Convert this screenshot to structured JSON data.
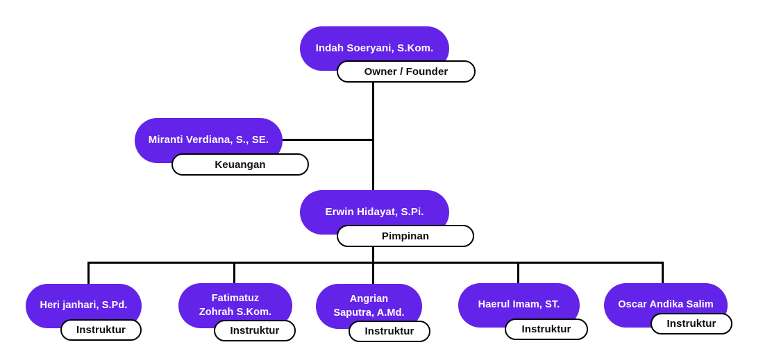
{
  "chart": {
    "type": "org-chart",
    "accent_color": "#6323E8",
    "line_color": "#000000",
    "nodes": [
      {
        "id": "owner",
        "name": "Indah Soeryani, S.Kom.",
        "role": "Owner / Founder"
      },
      {
        "id": "keuangan",
        "name": "Miranti Verdiana, S., SE.",
        "role": "Keuangan"
      },
      {
        "id": "pimpinan",
        "name": "Erwin Hidayat, S.Pi.",
        "role": "Pimpinan"
      },
      {
        "id": "instruktur-1",
        "name": "Heri janhari, S.Pd.",
        "role": "Instruktur"
      },
      {
        "id": "instruktur-2",
        "name": "Fatimatuz\nZohrah S.Kom.",
        "role": "Instruktur"
      },
      {
        "id": "instruktur-3",
        "name": "Angrian\nSaputra, A.Md.",
        "role": "Instruktur"
      },
      {
        "id": "instruktur-4",
        "name": "Haerul Imam, ST.",
        "role": "Instruktur"
      },
      {
        "id": "instruktur-5",
        "name": "Oscar Andika Salim",
        "role": "Instruktur"
      }
    ],
    "edges": [
      {
        "from": "owner",
        "to": "keuangan"
      },
      {
        "from": "owner",
        "to": "pimpinan"
      },
      {
        "from": "pimpinan",
        "to": "instruktur-1"
      },
      {
        "from": "pimpinan",
        "to": "instruktur-2"
      },
      {
        "from": "pimpinan",
        "to": "instruktur-3"
      },
      {
        "from": "pimpinan",
        "to": "instruktur-4"
      },
      {
        "from": "pimpinan",
        "to": "instruktur-5"
      }
    ]
  }
}
